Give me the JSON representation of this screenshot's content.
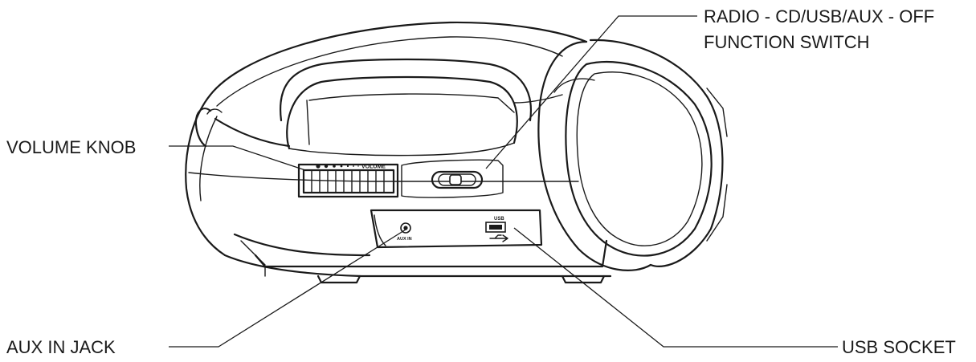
{
  "callouts": {
    "function_switch_line1": "RADIO - CD/USB/AUX - OFF",
    "function_switch_line2": "FUNCTION  SWITCH",
    "volume_knob": "VOLUME KNOB",
    "aux_in_jack": "AUX IN JACK",
    "usb_socket": "USB SOCKET"
  },
  "device_markings": {
    "volume": "VOLUME",
    "aux_in": "AUX IN",
    "usb": "USB"
  }
}
